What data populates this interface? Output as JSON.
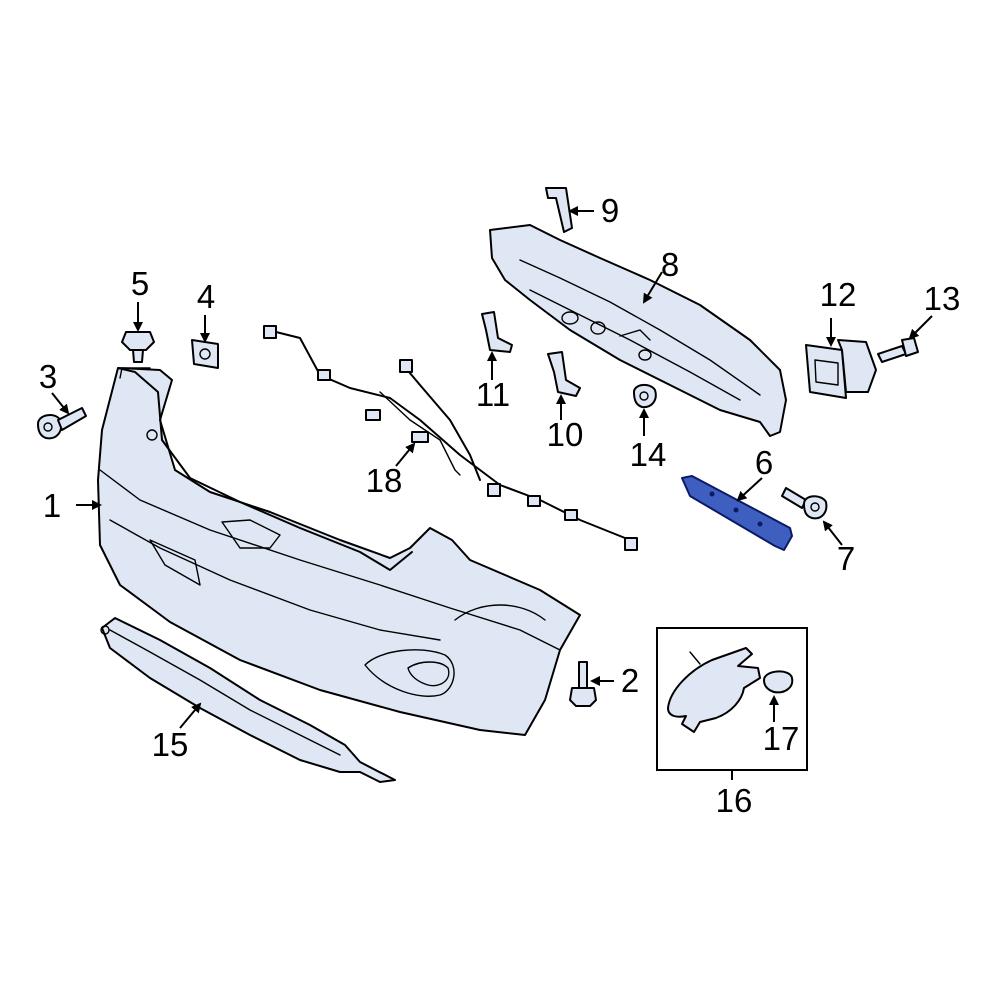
{
  "diagram": {
    "callouts": [
      "1",
      "2",
      "3",
      "4",
      "5",
      "6",
      "7",
      "8",
      "9",
      "10",
      "11",
      "12",
      "13",
      "14",
      "15",
      "16",
      "17",
      "18"
    ],
    "highlight_color": "#3f5fc0",
    "part_fill_color": "#dfe7f4",
    "line_color": "#000000"
  }
}
